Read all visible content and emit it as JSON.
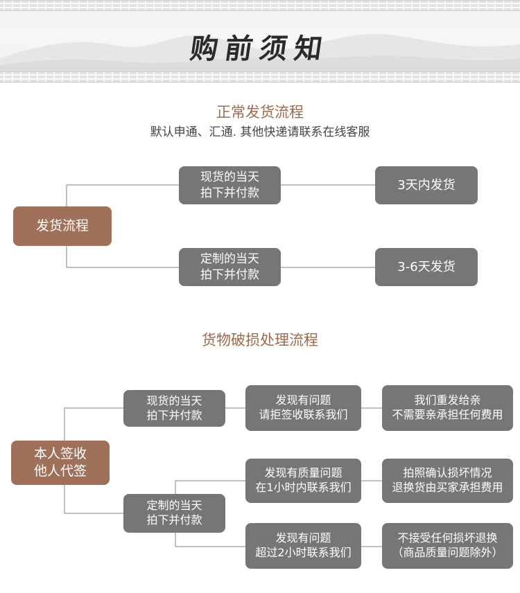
{
  "banner": {
    "title": "购前须知"
  },
  "shipping": {
    "title": "正常发货流程",
    "subtitle": "默认申通、汇通. 其他快递请联系在线客服",
    "root": "发货流程",
    "branches": [
      {
        "condition": [
          "现货的当天",
          "拍下并付款"
        ],
        "result": "3天内发货"
      },
      {
        "condition": [
          "定制的当天",
          "拍下并付款"
        ],
        "result": "3-6天发货"
      }
    ]
  },
  "damage": {
    "title": "货物破损处理流程",
    "root": [
      "本人签收",
      "他人代签"
    ],
    "branch1": {
      "condition": [
        "现货的当天",
        "拍下并付款"
      ],
      "step": [
        "发现有问题",
        "请拒签收联系我们"
      ],
      "result": [
        "我们重发给亲",
        "不需要亲承担任何费用"
      ]
    },
    "branch2": {
      "condition": [
        "定制的当天",
        "拍下并付款"
      ],
      "sub": [
        {
          "step": [
            "发现有质量问题",
            "在1小时内联系我们"
          ],
          "result": [
            "拍照确认损坏情况",
            "退换货由买家承担费用"
          ]
        },
        {
          "step": [
            "发现有问题",
            "超过2小时联系我们"
          ],
          "result": [
            "不接受任何损坏退换",
            "（商品质量问题除外）"
          ]
        }
      ]
    }
  }
}
